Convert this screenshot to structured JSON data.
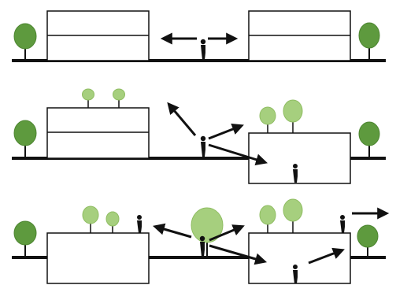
{
  "colors": {
    "background": "#ffffff",
    "ink": "#111111",
    "tree_dark": "#5e9a3e",
    "tree_dark_edge": "#4c8530",
    "tree_light": "#a6cf7e",
    "tree_light_edge": "#8fbd62",
    "building_fill": "#ffffff"
  },
  "icons": {
    "tree": "tree-icon",
    "person": "person-icon",
    "arrow": "arrow-icon"
  },
  "panels": [
    {
      "id": "panel-1",
      "name": "panel-street-level"
    },
    {
      "id": "panel-2",
      "name": "panel-raised-and-sunken"
    },
    {
      "id": "panel-3",
      "name": "panel-roof-park"
    }
  ]
}
